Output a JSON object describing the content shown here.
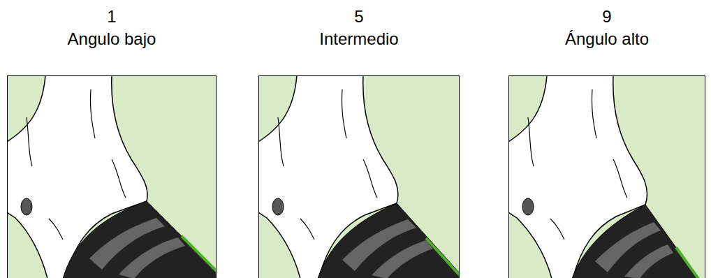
{
  "diagram": {
    "labels": [
      "1",
      "Angulo bajo",
      "5",
      "Intermedio",
      "9",
      "Ángulo alto"
    ]
  }
}
